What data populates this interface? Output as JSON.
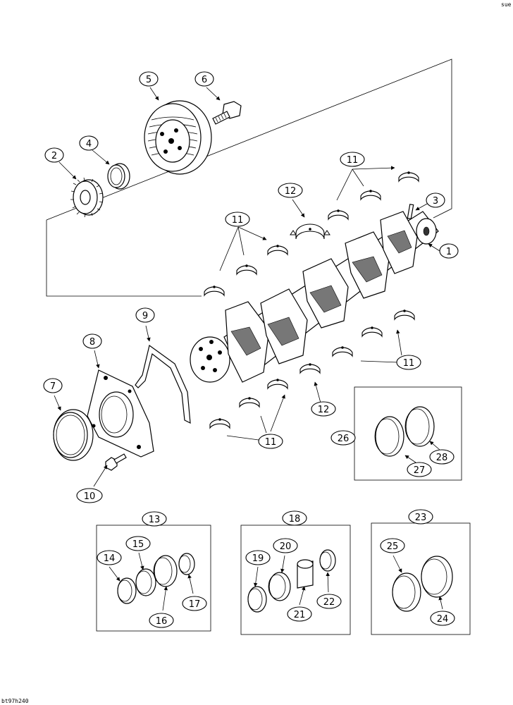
{
  "corner_code": "sue",
  "figure_id": "bt97h240",
  "callouts": {
    "c1": "1",
    "c2": "2",
    "c3": "3",
    "c4": "4",
    "c5": "5",
    "c6": "6",
    "c7": "7",
    "c8": "8",
    "c9": "9",
    "c10": "10",
    "c11": "11",
    "c12": "12",
    "c13": "13",
    "c14": "14",
    "c15": "15",
    "c16": "16",
    "c17": "17",
    "c18": "18",
    "c19": "19",
    "c20": "20",
    "c21": "21",
    "c22": "22",
    "c23": "23",
    "c24": "24",
    "c25": "25",
    "c26": "26",
    "c27": "27",
    "c28": "28"
  }
}
